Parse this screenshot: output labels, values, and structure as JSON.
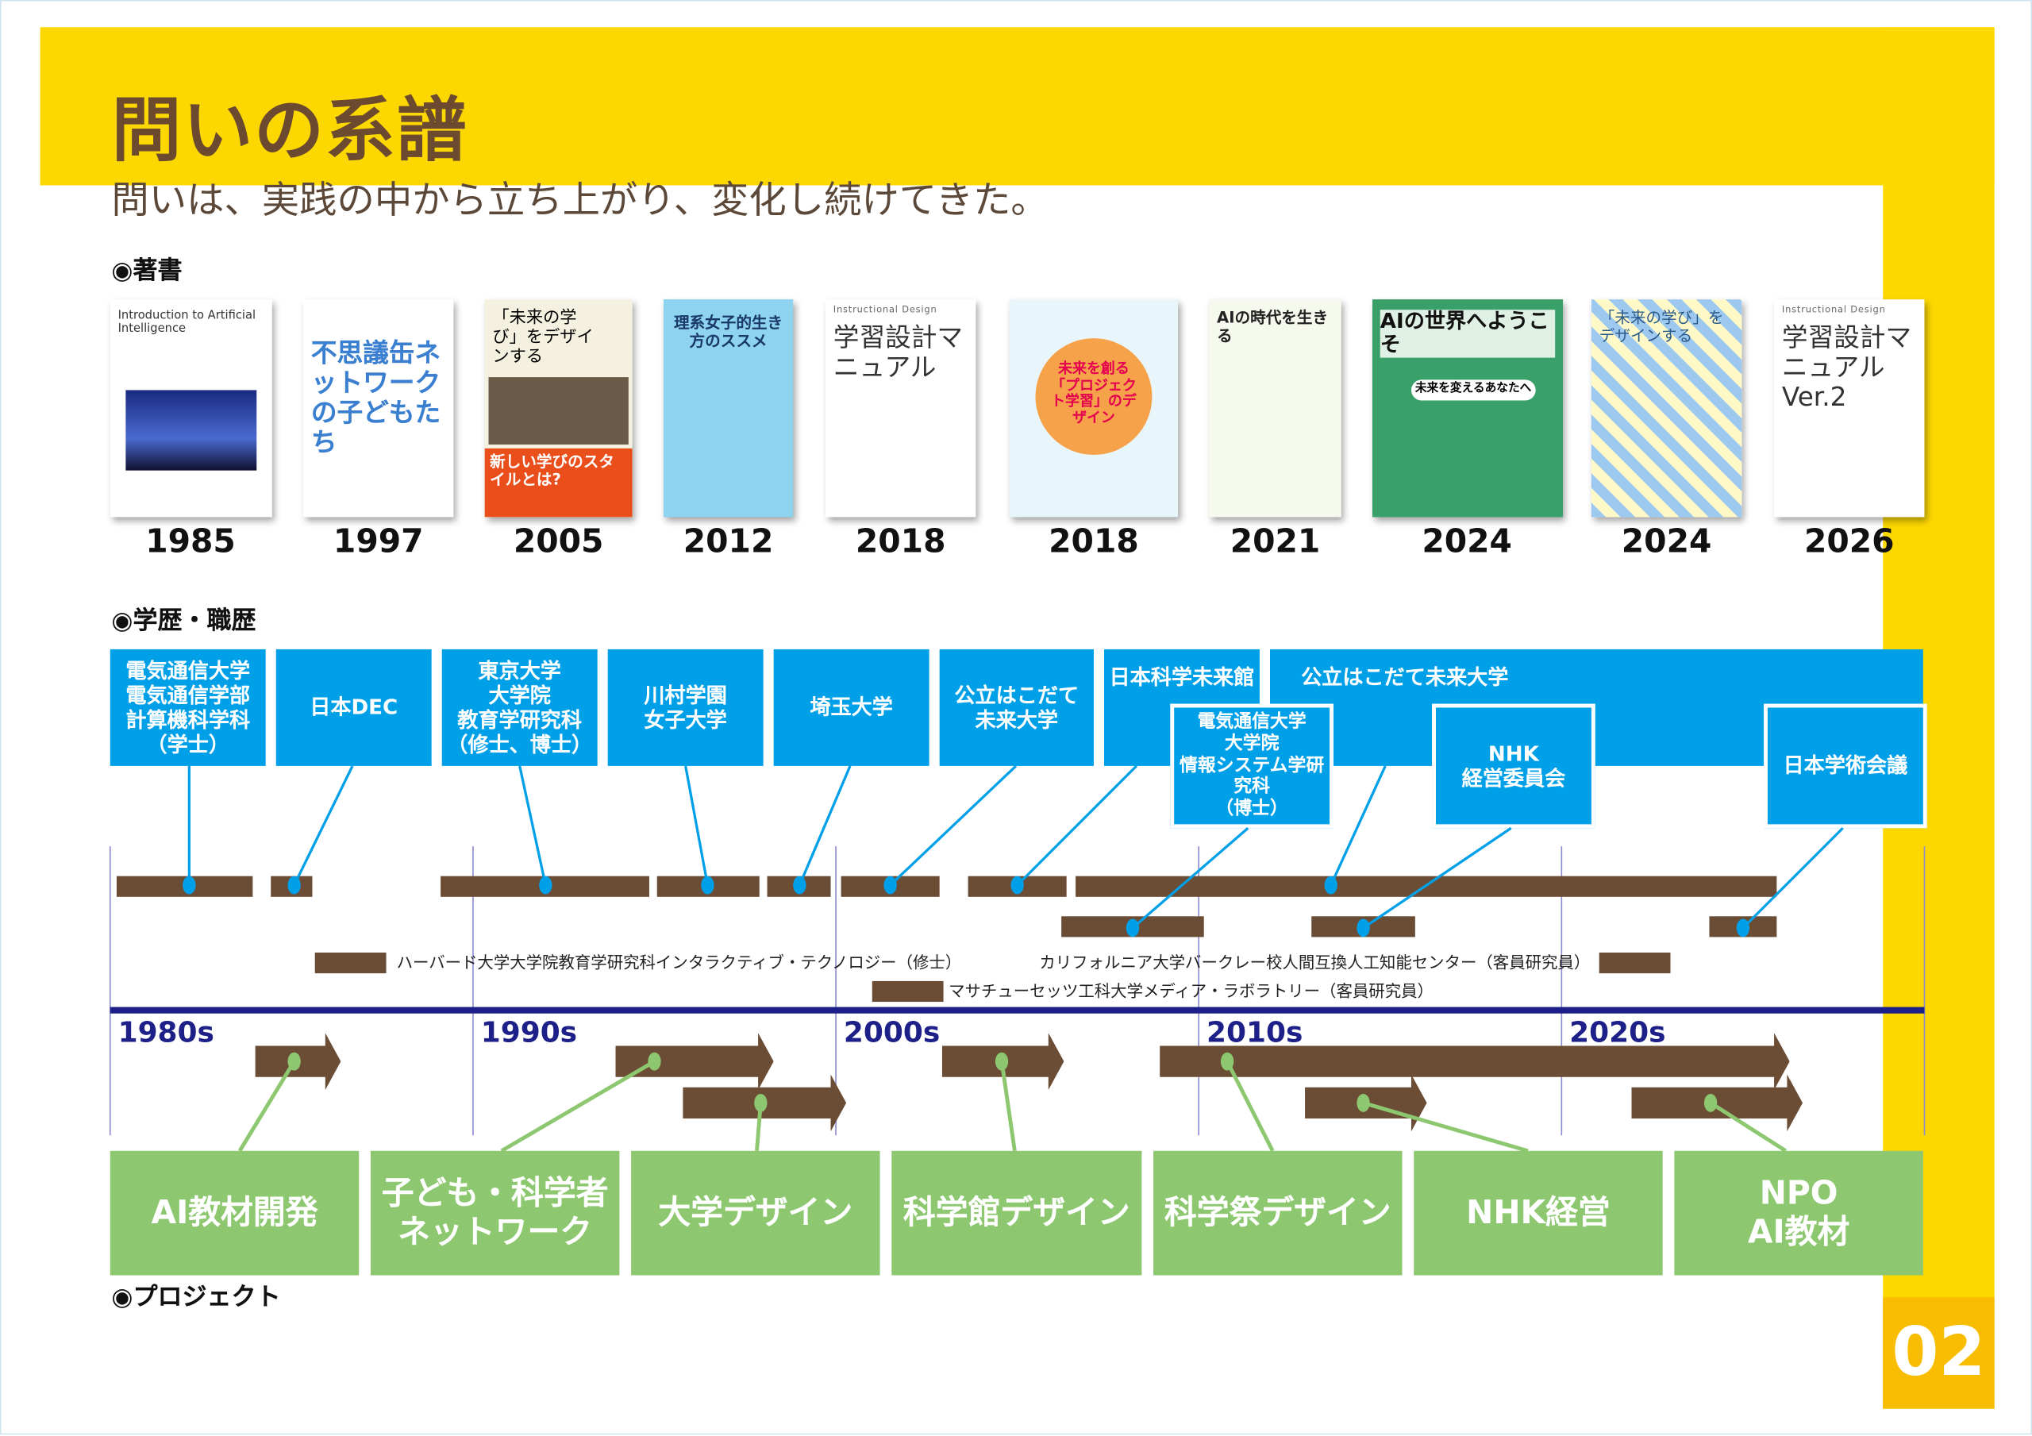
{
  "header": {
    "title": "問いの系譜",
    "subtitle": "問いは、実践の中から立ち上がり、変化し続けてきた。",
    "page_number": "02"
  },
  "sections": {
    "books": "◉著書",
    "career": "◉学歴・職歴",
    "projects": "◉プロジェクト"
  },
  "books": [
    {
      "year": "1985",
      "title": "Introduction to Artificial Intelligence"
    },
    {
      "year": "1997",
      "title": "不思議缶ネットワークの子どもたち"
    },
    {
      "year": "2005",
      "title": "「未来の学び」をデザインする",
      "subtitle": "新しい学びのスタイルとは?"
    },
    {
      "year": "2012",
      "title": "理系女子的生き方のススメ"
    },
    {
      "year": "2018",
      "title": "学習設計マニュアル",
      "subtitle": "Instructional Design"
    },
    {
      "year": "2018",
      "title": "未来を創る「プロジェクト学習」のデザイン"
    },
    {
      "year": "2021",
      "title": "AIの時代を生きる"
    },
    {
      "year": "2024",
      "title": "AIの世界へようこそ",
      "subtitle": "未来を変えるあなたへ"
    },
    {
      "year": "2024",
      "title": "「未来の学び」をデザインする"
    },
    {
      "year": "2026",
      "title": "学習設計マニュアル Ver.2",
      "subtitle": "Instructional Design"
    }
  ],
  "career": [
    "電気通信大学\n電気通信学部\n計算機科学科\n（学士）",
    "日本DEC",
    "東京大学\n大学院\n教育学研究科\n（修士、博士）",
    "川村学園\n女子大学",
    "埼玉大学",
    "公立はこだて\n未来大学",
    "日本科学未来館",
    "公立はこだて未来大学",
    "電気通信大学\n大学院\n情報システム学研究科\n（博士）",
    "NHK\n経営委員会",
    "日本学術会議"
  ],
  "legend": [
    "ハーバード大学大学院教育学研究科インタラクティブ・テクノロジー（修士）",
    "カリフォルニア大学バークレー校人間互換人工知能センター（客員研究員）",
    "マサチューセッツ工科大学メディア・ラボラトリー（客員研究員）"
  ],
  "decades": [
    "1980s",
    "1990s",
    "2000s",
    "2010s",
    "2020s"
  ],
  "projects": [
    "AI教材開発",
    "子ども・科学者\nネットワーク",
    "大学デザイン",
    "科学館デザイン",
    "科学祭デザイン",
    "NHK経営",
    "NPO\nAI教材"
  ],
  "colors": {
    "yellow": "#FDD800",
    "brown": "#6B4C35",
    "blue": "#00A0E9",
    "green": "#8DC870",
    "navy": "#1D2088"
  }
}
